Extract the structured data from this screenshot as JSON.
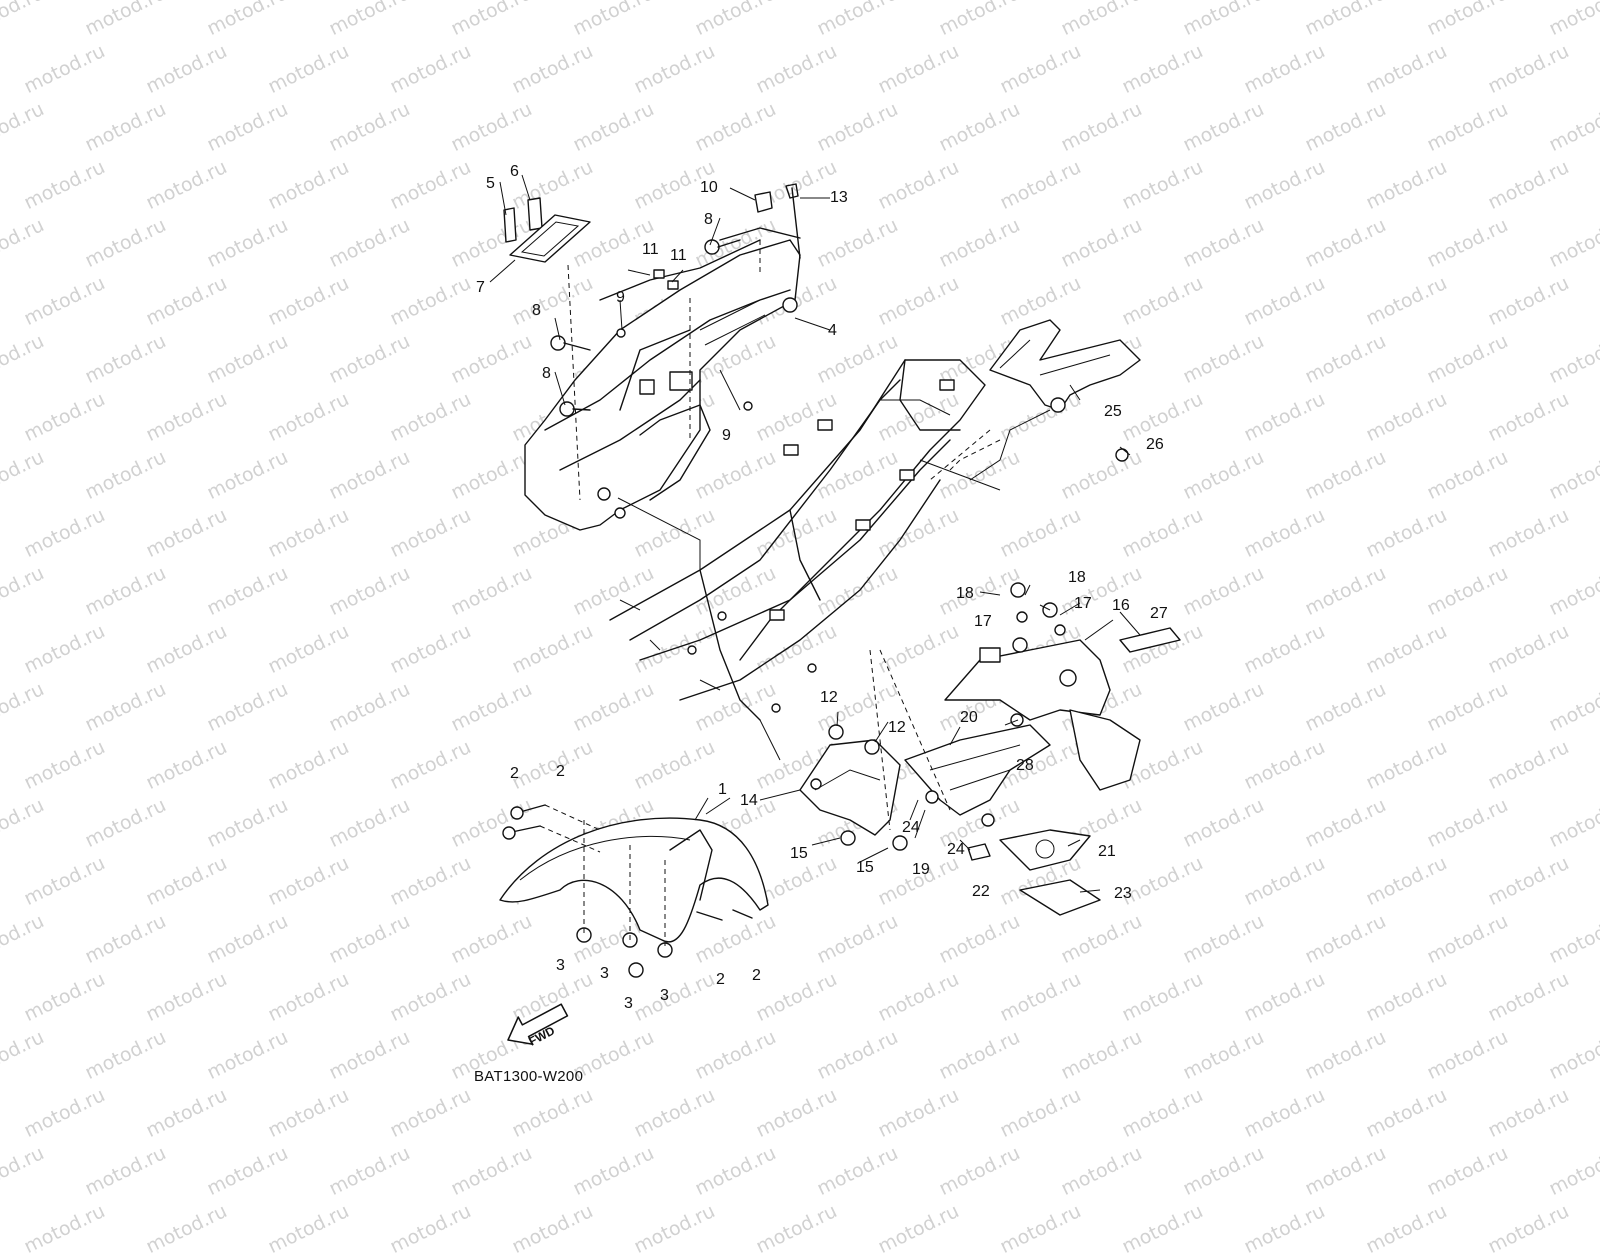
{
  "watermark": "motod.ru",
  "diagram_code": "BAT1300-W200",
  "direction_arrow": "FWD",
  "callouts": [
    "1",
    "2",
    "3",
    "4",
    "5",
    "6",
    "7",
    "8",
    "9",
    "10",
    "11",
    "12",
    "13",
    "14",
    "15",
    "16",
    "17",
    "18",
    "19",
    "20",
    "21",
    "22",
    "23",
    "24",
    "25",
    "26",
    "27",
    "28"
  ]
}
